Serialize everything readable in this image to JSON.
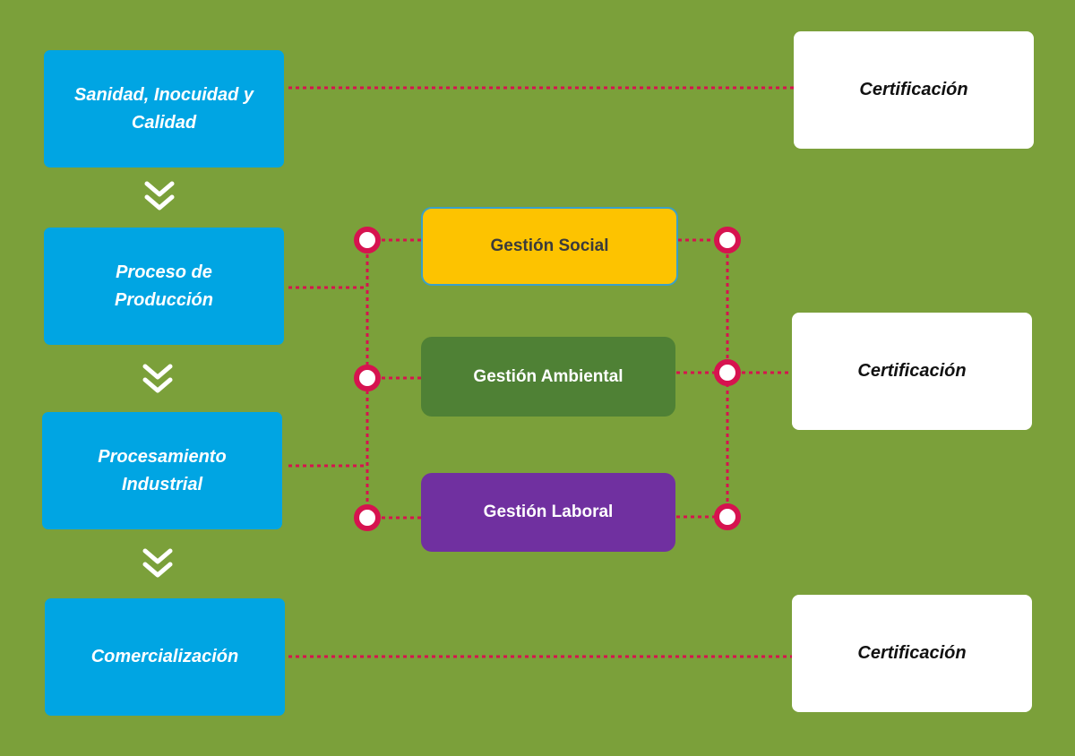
{
  "stages": [
    {
      "label": "Sanidad, Inocuidad y Calidad"
    },
    {
      "label": "Proceso de Producción"
    },
    {
      "label": "Procesamiento Industrial"
    },
    {
      "label": "Comercialización"
    }
  ],
  "management": [
    {
      "label": "Gestión Social"
    },
    {
      "label": "Gestión Ambiental"
    },
    {
      "label": "Gestión Laboral"
    }
  ],
  "certifications": [
    {
      "label": "Certificación"
    },
    {
      "label": "Certificación"
    },
    {
      "label": "Certificación"
    }
  ],
  "colors": {
    "background": "#7ba03a",
    "stage": "#00a5e3",
    "connector": "#d6134f",
    "social": "#fdc300",
    "ambiental": "#4f8135",
    "laboral": "#7030a0"
  }
}
